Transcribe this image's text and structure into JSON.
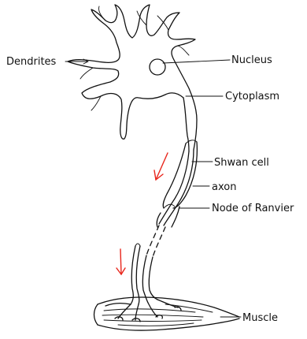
{
  "labels": {
    "dendrites": "Dendrites",
    "nucleus": "Nucleus",
    "cytoplasm": "Cytoplasm",
    "schwann_cell": "Shwan cell",
    "axon": "axon",
    "node_of_ranvier": "Node of Ranvier",
    "muscle": "Muscle"
  },
  "colors": {
    "line": "#111111",
    "arrow": "#e8251b",
    "background": "#ffffff"
  }
}
